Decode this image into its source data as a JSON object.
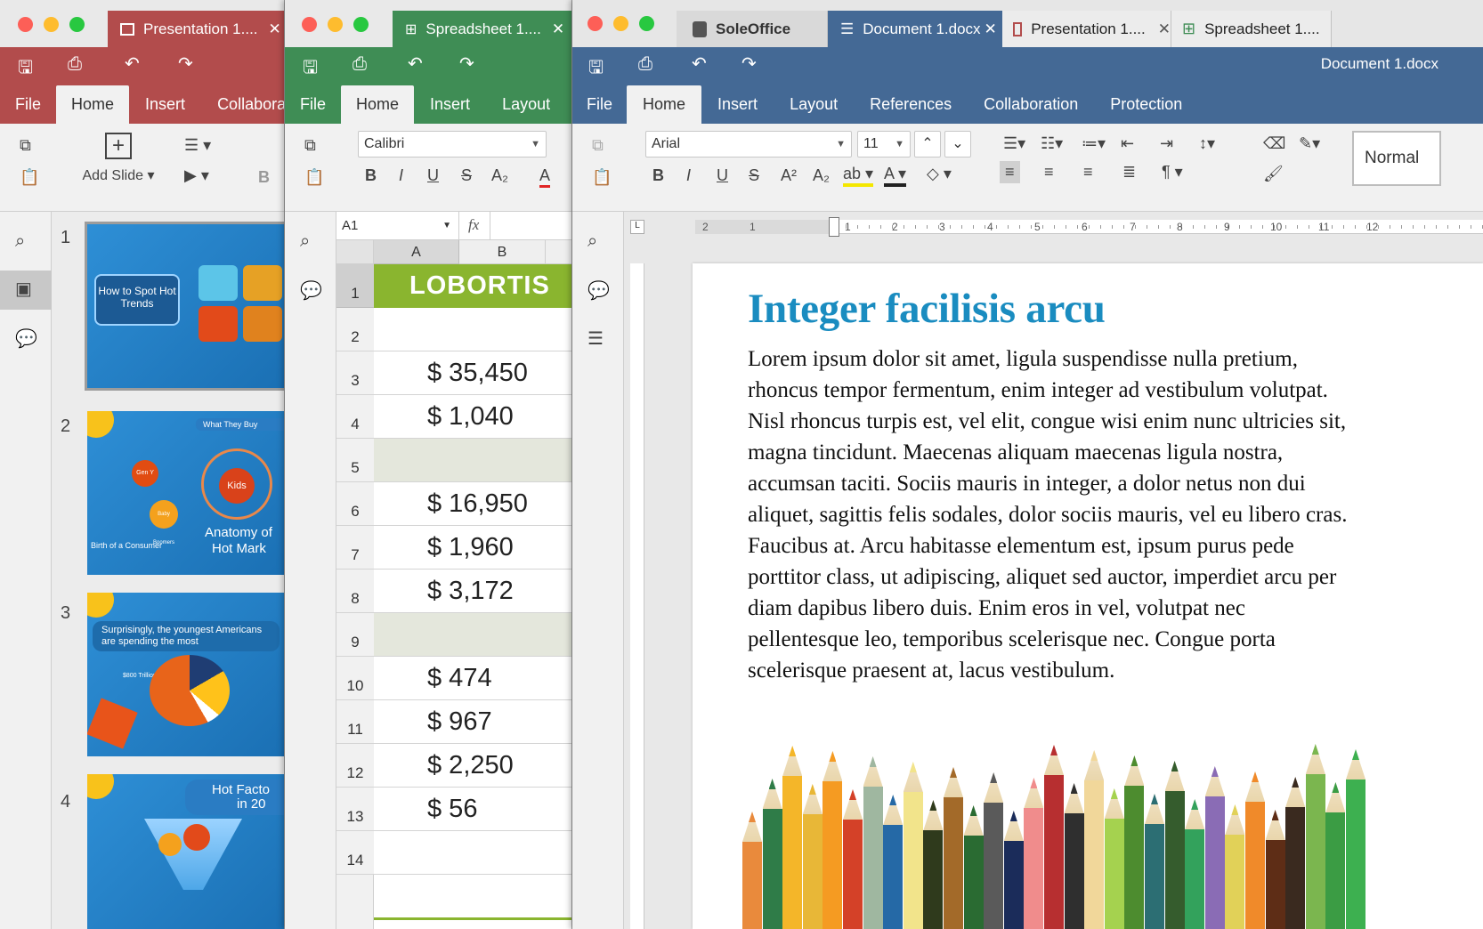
{
  "presentation": {
    "tab_title": "Presentation 1....",
    "close": "✕",
    "ribbon_tabs": [
      "File",
      "Home",
      "Insert",
      "Collabora"
    ],
    "add_slide": "Add Slide",
    "bold_label": "B",
    "slide_numbers": [
      "1",
      "2",
      "3",
      "4"
    ],
    "slides": {
      "s1": {
        "title": "How to Spot Hot Trends"
      },
      "s2": {
        "header": "What They Buy",
        "center": "Kids",
        "gen": "Gen Y",
        "boomers": "Baby Boomers",
        "footer": "Birth of a Consumer",
        "title1": "Anatomy of",
        "title2": "Hot Mark"
      },
      "s3": {
        "title": "Surprisingly, the youngest Americans are spending the most",
        "label": "$800 Trillion"
      },
      "s4": {
        "title1": "Hot Facto",
        "title2": "in 20"
      }
    },
    "colors": {
      "accent": "#b24c4c"
    }
  },
  "spreadsheet": {
    "tab_title": "Spreadsheet 1....",
    "close": "✕",
    "ribbon_tabs": [
      "File",
      "Home",
      "Insert",
      "Layout"
    ],
    "font": "Calibri",
    "format_buttons": [
      "B",
      "I",
      "U",
      "S",
      "A₂",
      "A"
    ],
    "cell_ref": "A1",
    "fx": "fx",
    "col_a": "A",
    "col_b": "B",
    "header_cell": "LOBORTIS",
    "row_numbers": [
      "1",
      "2",
      "3",
      "4",
      "5",
      "6",
      "7",
      "8",
      "9",
      "10",
      "11",
      "12",
      "13",
      "14"
    ],
    "values": [
      "",
      "$ 35,450",
      "$ 1,040",
      "",
      "$ 16,950",
      "$ 1,960",
      "$ 3,172",
      "",
      "$ 474",
      "$ 967",
      "$ 2,250",
      "$ 56",
      ""
    ],
    "colors": {
      "accent": "#3f8d55",
      "header_fill": "#8ab52f"
    }
  },
  "document": {
    "app_tab": "SoleOffice",
    "tabs": [
      "Document 1.docx",
      "Presentation 1....",
      "Spreadsheet 1...."
    ],
    "close": "✕",
    "title": "Document 1.docx",
    "ribbon_tabs": [
      "File",
      "Home",
      "Insert",
      "Layout",
      "References",
      "Collaboration",
      "Protection"
    ],
    "font": "Arial",
    "size": "11",
    "style": "Normal",
    "format_buttons": [
      "B",
      "I",
      "U",
      "S",
      "A²",
      "A₂"
    ],
    "ruler_numbers": [
      "2",
      "1",
      "1",
      "2",
      "3",
      "4",
      "5",
      "6",
      "7",
      "8",
      "9",
      "10",
      "11",
      "12"
    ],
    "heading": "Integer facilisis arcu",
    "body": "Lorem ipsum dolor sit amet, ligula suspendisse nulla pretium, rhoncus tempor fermentum, enim integer ad vestibulum volutpat. Nisl rhoncus turpis est, vel elit, congue wisi enim nunc ultricies sit, magna tincidunt. Maecenas aliquam maecenas ligula nostra, accumsan taciti. Sociis mauris in integer, a dolor netus non dui aliquet, sagittis felis sodales, dolor sociis mauris, vel eu libero cras. Faucibus at. Arcu habitasse elementum est, ipsum purus pede porttitor class, ut adipiscing, aliquet sed auctor, imperdiet arcu per diam dapibus libero duis. Enim eros in vel, volutpat nec pellentesque leo, temporibus scelerisque nec. Congue porta scelerisque praesent at, lacus vestibulum.",
    "colors": {
      "accent": "#446995",
      "heading": "#1a8cc0"
    }
  }
}
